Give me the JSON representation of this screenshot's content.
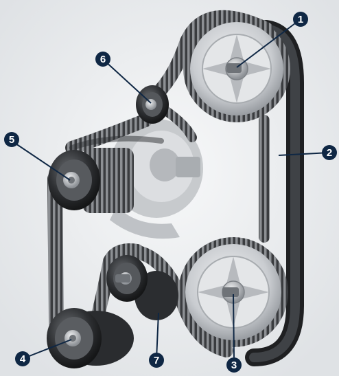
{
  "callouts": [
    {
      "number": "1"
    },
    {
      "number": "2"
    },
    {
      "number": "3"
    },
    {
      "number": "4"
    },
    {
      "number": "5"
    },
    {
      "number": "6"
    },
    {
      "number": "7"
    }
  ],
  "colors": {
    "background": "#eef0f2",
    "belt": "#3b3d40",
    "belt_dark": "#1e1f21",
    "sprocket": "#d4d6d9",
    "callout_fill": "#0f2744",
    "callout_line": "#0f2744"
  }
}
